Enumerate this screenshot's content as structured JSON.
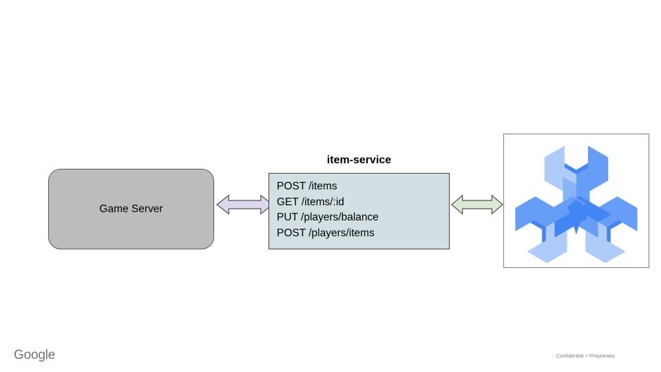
{
  "footer": {
    "brand": "Google",
    "confidential": "Confidential + Proprietary"
  },
  "diagram": {
    "game_server": {
      "label": "Game Server",
      "fill": "#bcbcbc",
      "border": "#595959"
    },
    "item_service": {
      "title": "item-service",
      "fill": "#d3e0e3",
      "border": "#3f3f3f",
      "endpoints": [
        "POST /items",
        "GET /items/:id",
        "PUT /players/balance",
        "POST /players/items"
      ]
    },
    "arrows": {
      "stroke": "#4f4f4f",
      "left": {
        "fill": "#dcd5ec"
      },
      "right": {
        "fill": "#d9ead3"
      }
    },
    "spanner": {
      "name": "cloud-spanner",
      "frame_border": "#7f7f7f",
      "colors": {
        "light": "#aecbfa",
        "mlight": "#8ab4f8",
        "medium": "#669df6",
        "dark": "#4285f4"
      }
    }
  }
}
